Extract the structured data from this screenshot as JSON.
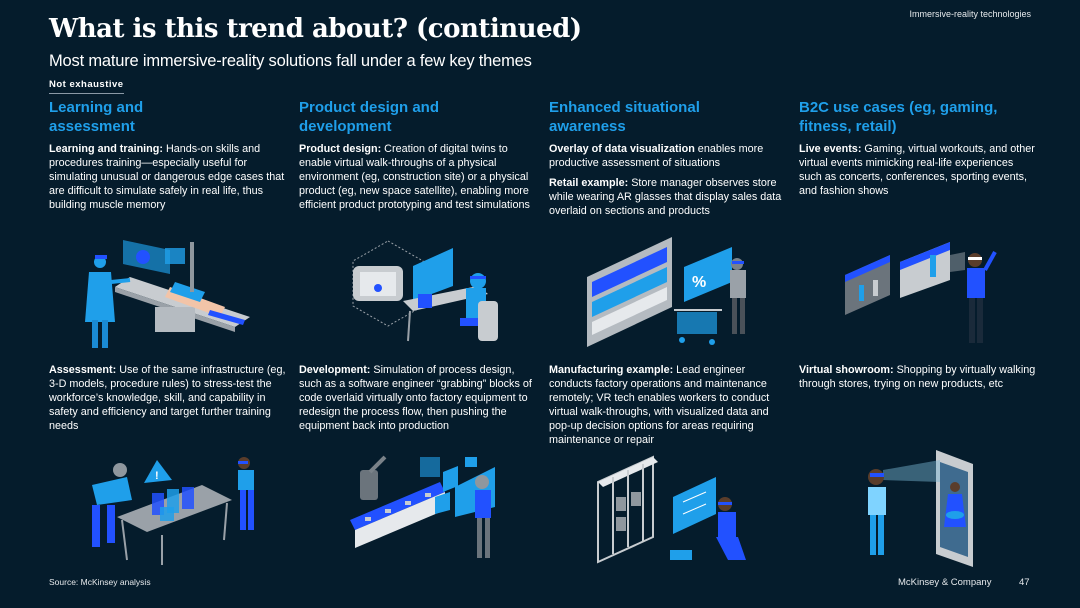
{
  "header": {
    "tracker": "Immersive-reality technologies",
    "title": "What is this trend about? (continued)",
    "subtitle": "Most mature immersive-reality solutions fall under a few key themes",
    "tag": "Not exhaustive"
  },
  "columns": [
    {
      "title": "Learning and assessment",
      "top_blocks": [
        {
          "lead": "Learning and training:",
          "text": " Hands-on skills and procedures training—especially useful for simulating unusual or dangerous edge cases that are difficult to simulate safely in real life, thus building muscle memory"
        }
      ],
      "top_illustration": "surgeon-vr-training-illustration",
      "bottom_block": {
        "lead": "Assessment:",
        "text": " Use of the same infrastructure (eg, 3-D models, procedure rules) to stress-test the workforce’s knowledge, skill, and capability in safety and efficiency and target further training needs"
      },
      "bottom_illustration": "workers-3d-model-table-illustration"
    },
    {
      "title": "Product design and development",
      "top_blocks": [
        {
          "lead": "Product design:",
          "text": " Creation of digital twins to enable virtual walk-throughs of a physical environment (eg, construction site) or a physical product (eg, new space satellite), enabling more efficient product prototyping and test simulations"
        }
      ],
      "top_illustration": "designer-digital-twin-illustration",
      "bottom_block": {
        "lead": "Development:",
        "text": " Simulation of process design, such as a software engineer “grabbing” blocks of code overlaid virtually onto factory equipment to redesign the process flow, then pushing the equipment back into production"
      },
      "bottom_illustration": "engineer-factory-line-illustration"
    },
    {
      "title": "Enhanced situational awareness",
      "top_blocks": [
        {
          "lead": "Overlay of data visualization",
          "text": " enables more productive assessment of situations"
        },
        {
          "lead": "Retail example:",
          "text": " Store manager observes store while wearing AR glasses that display sales data overlaid on sections and products"
        }
      ],
      "top_illustration": "store-manager-ar-shelves-illustration",
      "bottom_block": {
        "lead": "Manufacturing example:",
        "text": " Lead engineer conducts factory operations and maintenance remotely; VR tech enables workers to conduct virtual walk-throughs, with visualized data and pop-up decision options for areas requiring maintenance or repair"
      },
      "bottom_illustration": "engineer-maintenance-rack-illustration"
    },
    {
      "title": "B2C use cases (eg, gaming, fitness, retail)",
      "top_blocks": [
        {
          "lead": "Live events:",
          "text": " Gaming, virtual workouts, and other virtual events mimicking real-life experiences such as concerts, conferences, sporting events, and fashion shows"
        }
      ],
      "top_illustration": "woman-virtual-events-illustration",
      "bottom_block": {
        "lead": "Virtual showroom:",
        "text": " Shopping by virtually walking through stores, trying on new products, etc"
      },
      "bottom_illustration": "woman-virtual-fitting-mirror-illustration"
    }
  ],
  "footer": {
    "source": "Source: McKinsey analysis",
    "company": "McKinsey & Company",
    "page": "47"
  },
  "colors": {
    "background": "#051c2c",
    "accent": "#1f9fea",
    "illustration_blue": "#2251ff",
    "illustration_cyan": "#00a9f4",
    "illustration_gray": "#c8ccd0"
  }
}
